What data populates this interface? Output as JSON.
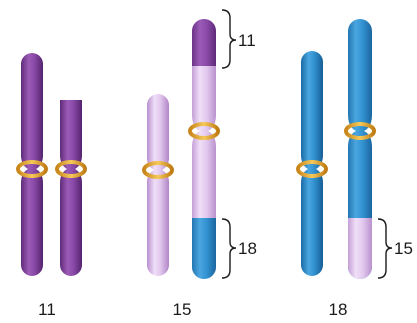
{
  "colors": {
    "chr11": "#7e3f98",
    "chr15": "#d9b8e6",
    "chr18": "#2d86c6",
    "centromere": "#e3a92a",
    "text": "#1a1a1a"
  },
  "pair_labels": {
    "pair_11": "11",
    "pair_15": "15",
    "pair_18": "18"
  },
  "bracket_labels": {
    "segment_11_on_15": "11",
    "segment_18_on_15": "18",
    "segment_15_on_18": "15"
  }
}
